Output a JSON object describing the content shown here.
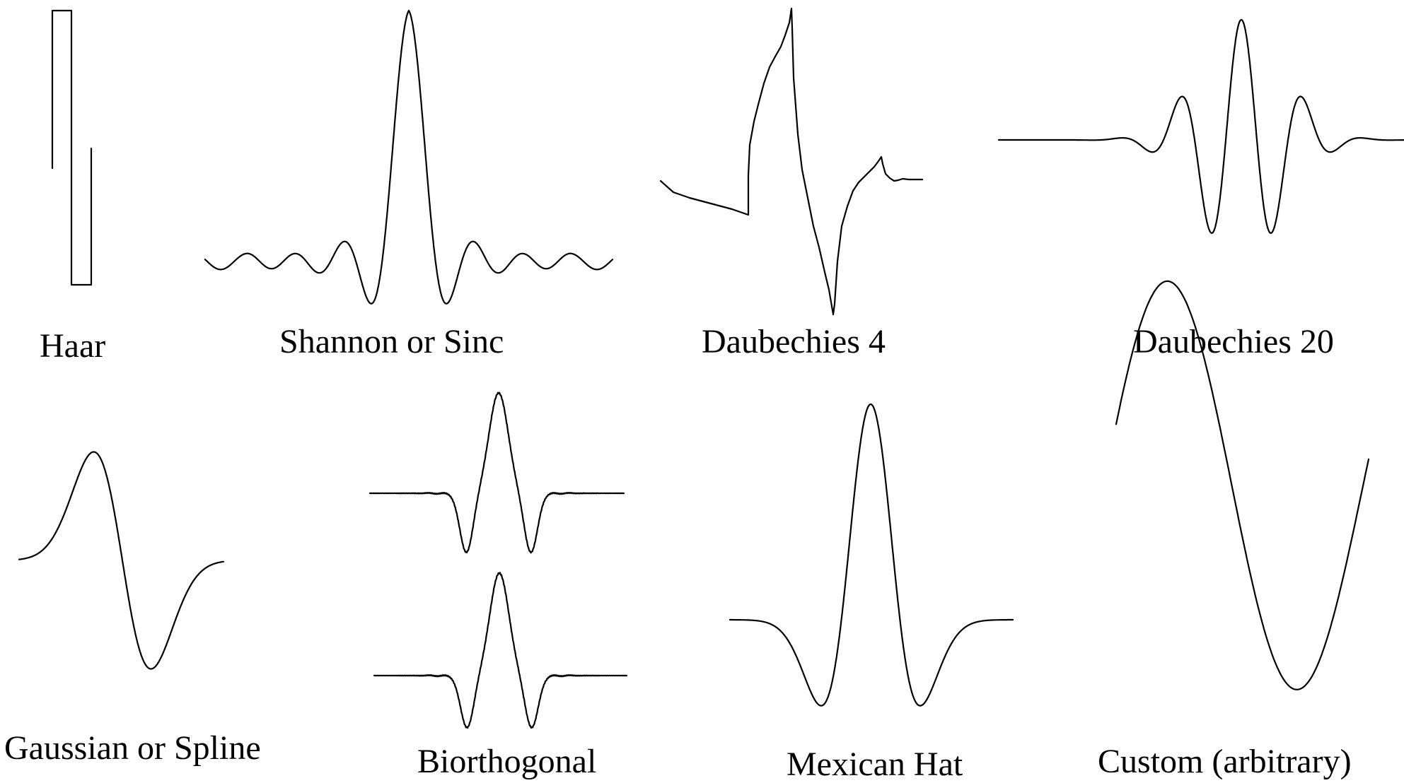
{
  "wavelets": [
    {
      "id": "haar",
      "label": "Haar"
    },
    {
      "id": "shannon",
      "label": "Shannon or Sinc"
    },
    {
      "id": "daub4",
      "label": "Daubechies 4"
    },
    {
      "id": "daub20",
      "label": "Daubechies 20"
    },
    {
      "id": "gaussian",
      "label": "Gaussian or Spline"
    },
    {
      "id": "biorth",
      "label": "Biorthogonal"
    },
    {
      "id": "mexhat",
      "label": "Mexican Hat"
    },
    {
      "id": "custom",
      "label": "Custom (arbitrary)"
    }
  ],
  "stroke_color": "#000000",
  "background_color": "#ffffff"
}
